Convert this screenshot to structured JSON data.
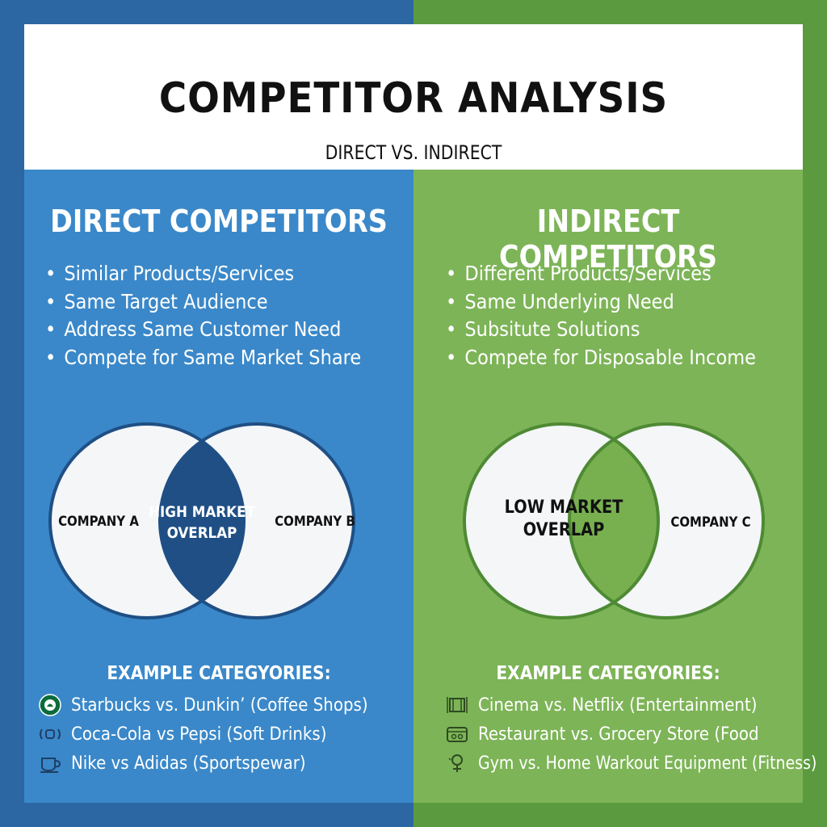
{
  "header": {
    "title": "COMPETITOR ANALYSIS",
    "subtitle": "DIRECT VS. INDIRECT"
  },
  "direct": {
    "title": "DIRECT COMPETITORS",
    "bullets": [
      "Similar Products/Services",
      "Same Target Audience",
      "Address Same Customer Need",
      "Compete for Same Market Share"
    ],
    "venn": {
      "left_label": "COMPANY A",
      "overlap_label_1": "HIGH MARKET",
      "overlap_label_2": "OVERLAP",
      "right_label": "COMPANY B"
    },
    "examples_title": "EXAMPLE CATEGYORIES:",
    "examples": [
      {
        "icon": "coffee-logo-icon",
        "text": "Starbucks vs. Dunkin’ (Coffee Shops)"
      },
      {
        "icon": "soda-icon",
        "text": "Coca-Cola vs Pepsi (Soft Drinks)"
      },
      {
        "icon": "cup-icon",
        "text": "Nike vs Adidas (Sportspewar)"
      }
    ]
  },
  "indirect": {
    "title": "INDIRECT COMPETITORS",
    "bullets": [
      "Different Products/Services",
      "Same Underlying Need",
      "Subsitute Solutions",
      "Compete for Disposable Income"
    ],
    "venn": {
      "overlap_label_1": "LOW MARKET",
      "overlap_label_2": "OVERLAP",
      "right_label": "COMPANY C"
    },
    "examples_title": "EXAMPLE CATEGYORIES:",
    "examples": [
      {
        "icon": "film-icon",
        "text": "Cinema vs. Netflix (Entertainment)"
      },
      {
        "icon": "store-icon",
        "text": "Restaurant vs. Grocery Store  (Food"
      },
      {
        "icon": "dumbbell-icon",
        "text": "Gym vs. Home Warkout Equipment (Fitness)"
      }
    ]
  },
  "colors": {
    "direct_bg": "#3a88c9",
    "direct_dark": "#1f4f84",
    "indirect_bg": "#7db457",
    "indirect_dark": "#4e8a34",
    "circle_fill": "#f4f6f8"
  }
}
